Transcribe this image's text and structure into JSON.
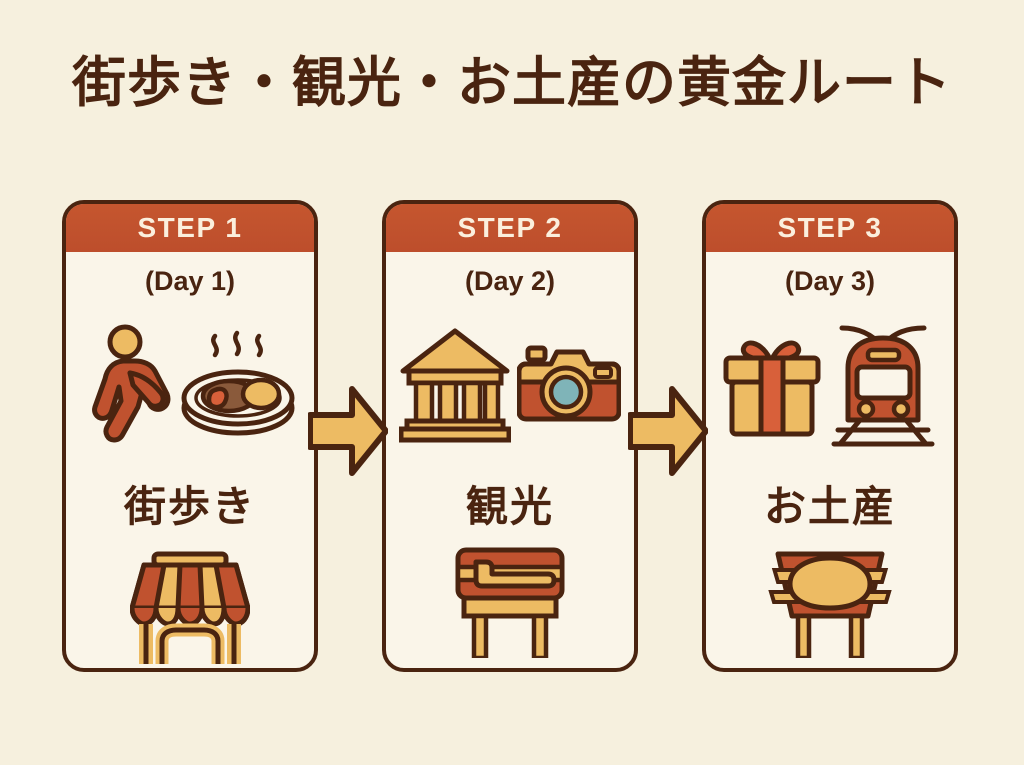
{
  "page": {
    "title": "街歩き・観光・お土産の黄金ルート",
    "background_color": "#f6f0de",
    "title_color": "#4a2410"
  },
  "theme": {
    "accent_rust": "#c0522f",
    "accent_gold": "#edbb63",
    "outline_brown": "#4a2410",
    "card_fill": "#faf5e9",
    "header_text": "#fbefdd",
    "lens_teal": "#7fb4b8"
  },
  "steps": [
    {
      "step_label": "STEP 1",
      "day_label": "(Day 1)",
      "title": "街歩き",
      "icons": [
        "walking-person-icon",
        "hot-food-plate-icon"
      ],
      "bottom_icon": "shop-awning-icon"
    },
    {
      "step_label": "STEP 2",
      "day_label": "(Day 2)",
      "title": "観光",
      "icons": [
        "museum-building-icon",
        "camera-icon"
      ],
      "bottom_icon": "suitcase-table-icon"
    },
    {
      "step_label": "STEP 3",
      "day_label": "(Day 3)",
      "title": "お土産",
      "icons": [
        "gift-box-icon",
        "train-icon"
      ],
      "bottom_icon": "souvenir-stand-icon"
    }
  ],
  "connectors": [
    {
      "name": "arrow-step1-to-step2",
      "direction": "right"
    },
    {
      "name": "arrow-step2-to-step3",
      "direction": "right"
    }
  ]
}
